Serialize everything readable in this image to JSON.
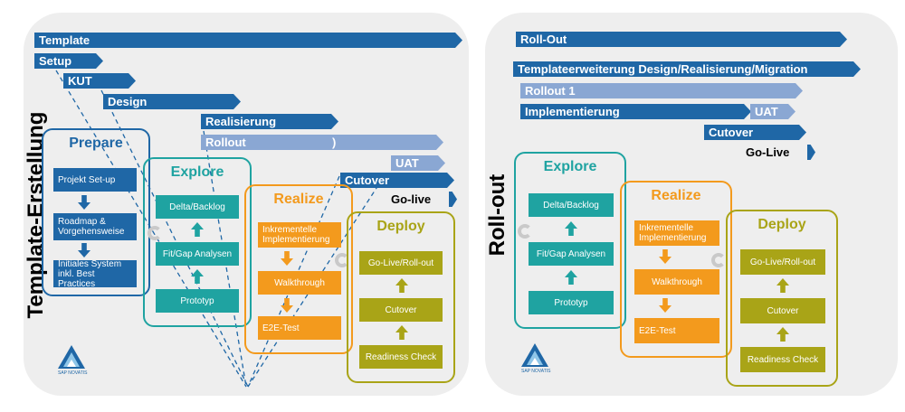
{
  "left": {
    "title": "Template-Erstellung",
    "bars": {
      "template": "Template",
      "setup": "Setup",
      "kut": "KUT",
      "design": "Design",
      "realisierung": "Realisierung",
      "rollout": "Rollout",
      "rollout_bracket": ")",
      "uat": "UAT",
      "cutover": "Cutover",
      "golive": "Go-live"
    },
    "phases": {
      "prepare": {
        "title": "Prepare",
        "steps": [
          "Projekt Set-up",
          "Roadmap & Vorgehensweise",
          "Initiales System inkl. Best Practices"
        ]
      },
      "explore": {
        "title": "Explore",
        "steps": [
          "Delta/Backlog",
          "Fit/Gap Analysen",
          "Prototyp"
        ]
      },
      "realize": {
        "title": "Realize",
        "steps": [
          "Inkrementelle Implementierung",
          "Walkthrough",
          "E2E-Test"
        ]
      },
      "deploy": {
        "title": "Deploy",
        "steps": [
          "Go-Live/Roll-out",
          "Cutover",
          "Readiness Check"
        ]
      }
    },
    "logo_text": "SAP NOVATIS"
  },
  "right": {
    "title": "Roll-out",
    "bars": {
      "rollout": "Roll-Out",
      "template_ext": "Templateerweiterung Design/Realisierung/Migration",
      "rollout1": "Rollout 1",
      "implementierung": "Implementierung",
      "uat": "UAT",
      "cutover": "Cutover",
      "golive": "Go-Live"
    },
    "phases": {
      "explore": {
        "title": "Explore",
        "steps": [
          "Delta/Backlog",
          "Fit/Gap Analysen",
          "Prototyp"
        ]
      },
      "realize": {
        "title": "Realize",
        "steps": [
          "Inkrementelle Implementierung",
          "Walkthrough",
          "E2E-Test"
        ]
      },
      "deploy": {
        "title": "Deploy",
        "steps": [
          "Go-Live/Roll-out",
          "Cutover",
          "Readiness Check"
        ]
      }
    },
    "logo_text": "SAP NOVATIS"
  },
  "colors": {
    "bar_dark": "#1f67a6",
    "bar_light": "#8aa7d3",
    "prepare": "#1f67a6",
    "explore": "#1fa3a1",
    "realize": "#f39a1d",
    "deploy": "#a9a417"
  }
}
